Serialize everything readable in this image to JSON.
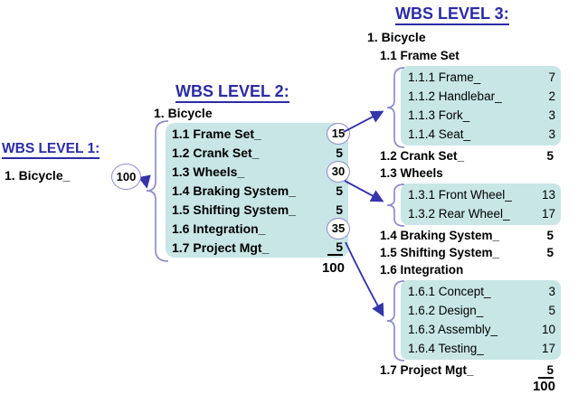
{
  "colors": {
    "heading_navy": "#2B2BA6",
    "box_fill": "#C8E6E6",
    "brace_periwinkle": "#8C8CCB",
    "arrow_indigo": "#3434AB",
    "text": "#000000"
  },
  "level1": {
    "heading": "WBS LEVEL 1:",
    "root": "1. Bicycle_",
    "total_badge": "100"
  },
  "level2": {
    "heading": "WBS LEVEL 2:",
    "root": "1. Bicycle",
    "items": [
      {
        "label": "1.1 Frame Set_",
        "value": "15",
        "circled": true
      },
      {
        "label": "1.2 Crank Set_",
        "value": "5",
        "circled": false
      },
      {
        "label": "1.3 Wheels_",
        "value": "30",
        "circled": true
      },
      {
        "label": "1.4 Braking System_",
        "value": "5",
        "circled": false
      },
      {
        "label": "1.5 Shifting System_",
        "value": "5",
        "circled": false
      },
      {
        "label": "1.6 Integration_",
        "value": "35",
        "circled": true
      },
      {
        "label": "1.7 Project Mgt_",
        "value": "5",
        "circled": false,
        "underlined": true
      }
    ],
    "total": "100"
  },
  "level3": {
    "heading": "WBS LEVEL 3:",
    "root": "1. Bicycle",
    "sections": [
      {
        "label": "1.1 Frame Set",
        "children": [
          {
            "label": "1.1.1 Frame_",
            "value": "7"
          },
          {
            "label": "1.1.2 Handlebar_",
            "value": "2"
          },
          {
            "label": "1.1.3 Fork_",
            "value": "3"
          },
          {
            "label": "1.1.4 Seat_",
            "value": "3"
          }
        ]
      },
      {
        "label": "1.2 Crank Set_",
        "value": "5"
      },
      {
        "label": "1.3 Wheels",
        "children": [
          {
            "label": "1.3.1 Front Wheel_",
            "value": "13"
          },
          {
            "label": "1.3.2 Rear Wheel_",
            "value": "17"
          }
        ]
      },
      {
        "label": "1.4 Braking System_",
        "value": "5"
      },
      {
        "label": "1.5 Shifting System_",
        "value": "5"
      },
      {
        "label": "1.6 Integration",
        "children": [
          {
            "label": "1.6.1 Concept_",
            "value": "3"
          },
          {
            "label": "1.6.2 Design_",
            "value": "5"
          },
          {
            "label": "1.6.3 Assembly_",
            "value": "10"
          },
          {
            "label": "1.6.4 Testing_",
            "value": "17"
          }
        ]
      },
      {
        "label": "1.7 Project Mgt_",
        "value": "5",
        "underlined": true
      }
    ],
    "total": "100"
  }
}
